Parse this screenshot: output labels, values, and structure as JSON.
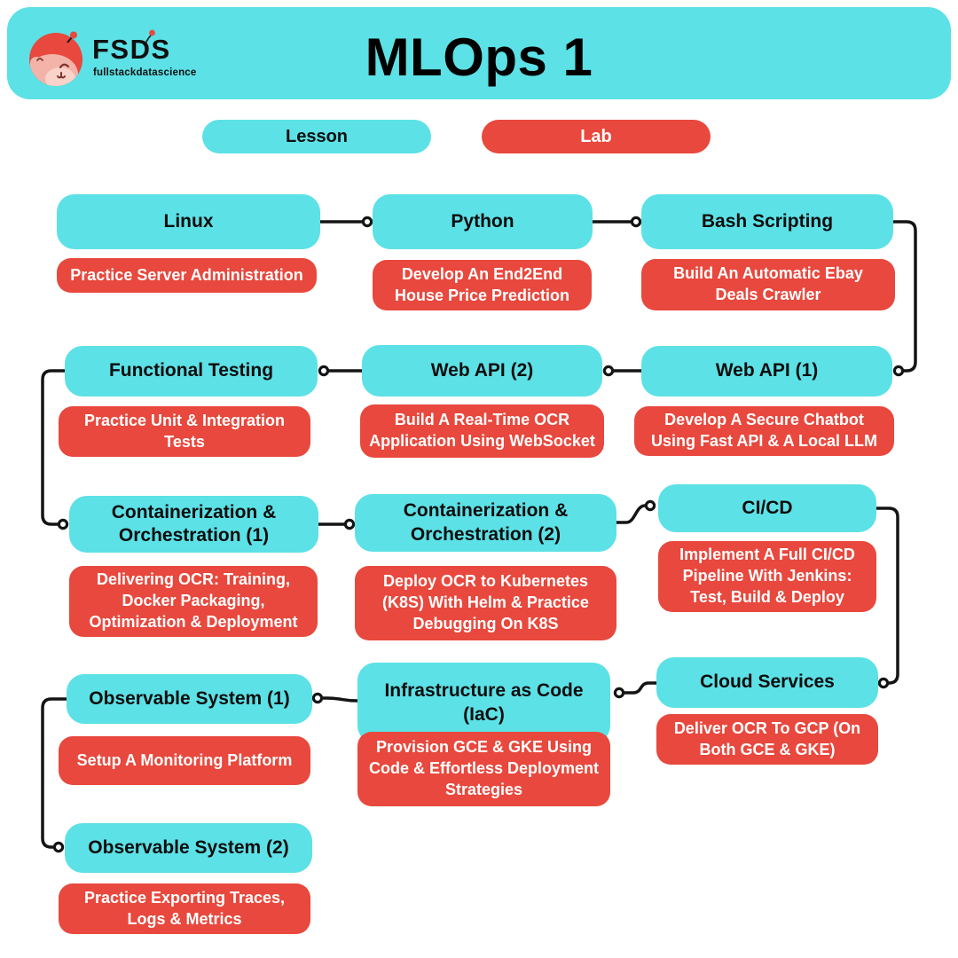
{
  "header": {
    "brand": "FSDS",
    "brand_subtitle": "fullstackdatascience",
    "title": "MLOps 1"
  },
  "legend": {
    "lesson_label": "Lesson",
    "lab_label": "Lab"
  },
  "colors": {
    "teal": "#5CE1E6",
    "red": "#E8483D",
    "connector": "#141414",
    "lesson_text": "#0d0d0d",
    "lab_text": "#FFFFFF"
  },
  "nodes": [
    {
      "id": "linux",
      "lesson": "Linux",
      "lab": "Practice Server Administration"
    },
    {
      "id": "python",
      "lesson": "Python",
      "lab": "Develop An End2End House Price Prediction"
    },
    {
      "id": "bash-scripting",
      "lesson": "Bash Scripting",
      "lab": "Build An Automatic Ebay Deals Crawler"
    },
    {
      "id": "functional-testing",
      "lesson": "Functional Testing",
      "lab": "Practice Unit & Integration Tests"
    },
    {
      "id": "web-api-2",
      "lesson": "Web API (2)",
      "lab": "Build A Real-Time OCR Application Using WebSocket"
    },
    {
      "id": "web-api-1",
      "lesson": "Web API (1)",
      "lab": "Develop A Secure Chatbot Using Fast API & A Local LLM"
    },
    {
      "id": "containerization-1",
      "lesson": "Containerization & Orchestration (1)",
      "lab": "Delivering OCR: Training, Docker Packaging, Optimization & Deployment"
    },
    {
      "id": "containerization-2",
      "lesson": "Containerization & Orchestration (2)",
      "lab": "Deploy OCR to Kubernetes (K8S) With Helm & Practice Debugging On K8S"
    },
    {
      "id": "ci-cd",
      "lesson": "CI/CD",
      "lab": "Implement A Full CI/CD Pipeline With Jenkins: Test, Build & Deploy"
    },
    {
      "id": "observable-system-1",
      "lesson": "Observable System (1)",
      "lab": "Setup A Monitoring Platform"
    },
    {
      "id": "iac",
      "lesson": "Infrastructure as Code (IaC)",
      "lab": "Provision GCE & GKE Using Code & Effortless Deployment Strategies"
    },
    {
      "id": "cloud-services",
      "lesson": "Cloud Services",
      "lab": "Deliver OCR To GCP (On Both GCE & GKE)"
    },
    {
      "id": "observable-system-2",
      "lesson": "Observable System (2)",
      "lab": "Practice Exporting Traces, Logs & Metrics"
    }
  ],
  "edges": [
    [
      "linux",
      "python"
    ],
    [
      "python",
      "bash-scripting"
    ],
    [
      "bash-scripting",
      "web-api-1"
    ],
    [
      "web-api-1",
      "web-api-2"
    ],
    [
      "web-api-2",
      "functional-testing"
    ],
    [
      "functional-testing",
      "containerization-1"
    ],
    [
      "containerization-1",
      "containerization-2"
    ],
    [
      "containerization-2",
      "ci-cd"
    ],
    [
      "ci-cd",
      "cloud-services"
    ],
    [
      "cloud-services",
      "iac"
    ],
    [
      "iac",
      "observable-system-1"
    ],
    [
      "observable-system-1",
      "observable-system-2"
    ]
  ]
}
